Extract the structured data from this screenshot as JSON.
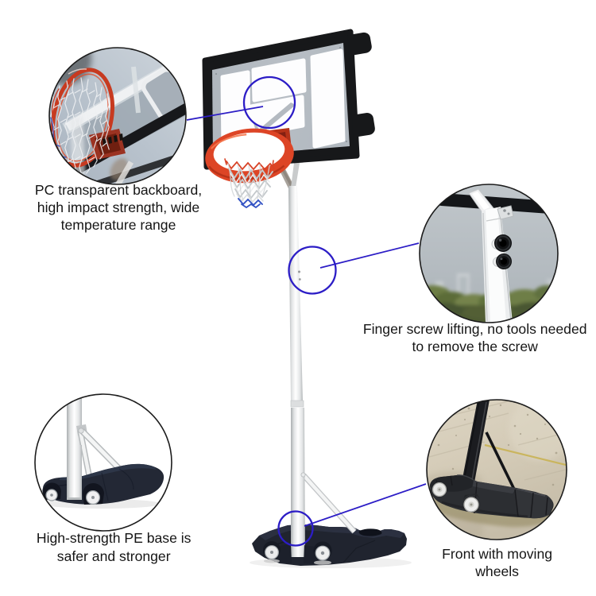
{
  "page": {
    "background": "#ffffff",
    "type": "product-feature-infographic",
    "subject": "portable basketball hoop system"
  },
  "annotation": {
    "color": "#2c1dc6"
  },
  "callouts": {
    "backboard": {
      "lines": [
        "PC transparent backboard,",
        "high impact strength, wide",
        "temperature range"
      ],
      "text": "PC transparent backboard, high impact strength, wide temperature range"
    },
    "screw": {
      "lines": [
        "Finger screw lifting, no tools needed",
        "to remove the screw"
      ],
      "text": "Finger screw lifting, no tools needed to remove the screw"
    },
    "base": {
      "lines": [
        "High-strength PE base is",
        "safer and stronger"
      ],
      "text": "High-strength PE base is safer and stronger"
    },
    "wheels": {
      "lines": [
        "Front with moving",
        "wheels"
      ],
      "text": "Front with moving wheels"
    }
  }
}
